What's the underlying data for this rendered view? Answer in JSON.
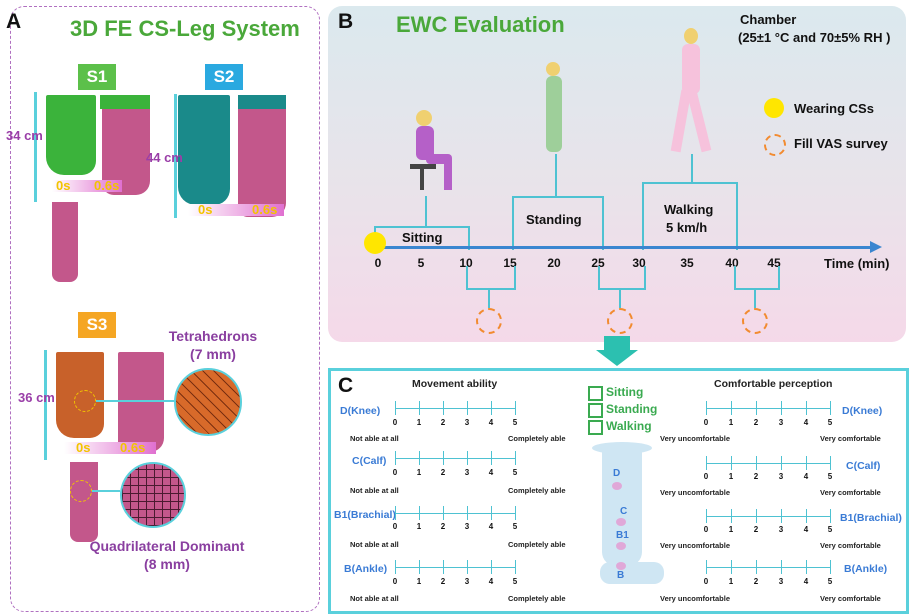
{
  "panel_a": {
    "letter": "A",
    "title": "3D FE CS-Leg System",
    "s1": {
      "tag": "S1",
      "height": "34 cm",
      "t0": "0s",
      "t1": "0.6s"
    },
    "s2": {
      "tag": "S2",
      "height": "44 cm",
      "t0": "0s",
      "t1": "0.6s"
    },
    "s3": {
      "tag": "S3",
      "height": "36 cm",
      "t0": "0s",
      "t1": "0.6s"
    },
    "tetra": {
      "label": "Tetrahedrons",
      "size": "(7 mm)"
    },
    "quad": {
      "label": "Quadrilateral Dominant",
      "size": "(8 mm)"
    }
  },
  "panel_b": {
    "letter": "B",
    "title": "EWC Evaluation",
    "chamber": "Chamber",
    "conditions": "(25±1 °C and 70±5% RH )",
    "phases": [
      "Sitting",
      "Standing",
      "Walking"
    ],
    "walking_speed": "5 km/h",
    "ticks": [
      "0",
      "5",
      "10",
      "15",
      "20",
      "25",
      "30",
      "35",
      "40",
      "45"
    ],
    "axis_label": "Time (min)",
    "legend_wear": "Wearing CSs",
    "legend_vas": "Fill VAS survey"
  },
  "panel_c": {
    "letter": "C",
    "movement_title": "Movement ability",
    "comfort_title": "Comfortable perception",
    "checks": [
      "Sitting",
      "Standing",
      "Walking"
    ],
    "scale": [
      "0",
      "1",
      "2",
      "3",
      "4",
      "5"
    ],
    "locations": [
      "D(Knee)",
      "C(Calf)",
      "B1(Brachial)",
      "B(Ankle)"
    ],
    "leg_points": [
      "D",
      "C",
      "B1",
      "B"
    ],
    "move_low": "Not able at all",
    "move_high": "Completely able",
    "comf_low": "Very uncomfortable",
    "comf_high": "Very comfortable"
  },
  "colors": {
    "cyan": "#5ad0dc",
    "green_title": "#4aa83a",
    "s1": "#5cc04a",
    "s2": "#2aa9e0",
    "s3": "#f5a623",
    "purple": "#8a3fa0"
  }
}
